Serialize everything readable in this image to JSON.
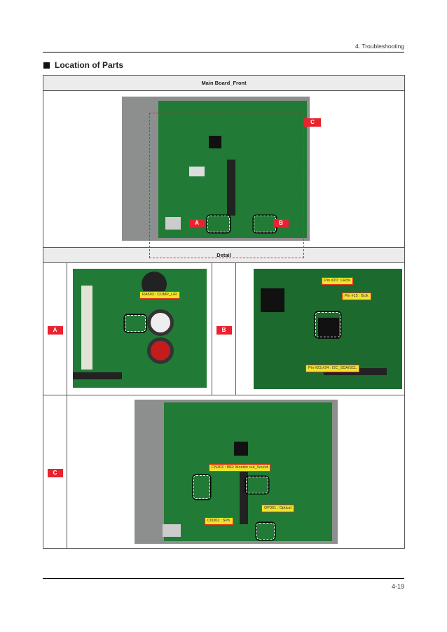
{
  "header": {
    "chapter": "4. Troubleshooting"
  },
  "section": {
    "title": "Location of Parts"
  },
  "table": {
    "main_header": "Main Board_Front",
    "detail_header": "Detail",
    "main_badges": {
      "a": "A",
      "b": "B",
      "c": "C"
    },
    "row_ab": {
      "left_label": "A",
      "right_label": "B"
    },
    "row_c": {
      "label": "C"
    },
    "callouts": {
      "ra503": "RA503 : COMP_L/R",
      "pin20": "Pin #20 : LRclk",
      "pin15": "Pin #15 : Bclk",
      "pin2324": "Pin #23,#24 : I2C_SDA/SCL",
      "cn303": "CN303 : IBR: Monitor out_Sound",
      "op301": "OP301 : Optical",
      "cn302": "CN302 : SPK"
    }
  },
  "footer": {
    "page": "4-19"
  },
  "colors": {
    "badge": "#e8232f",
    "callout_fill": "#f3e32a",
    "callout_border": "#e0361d",
    "pcb": "#217a35"
  }
}
